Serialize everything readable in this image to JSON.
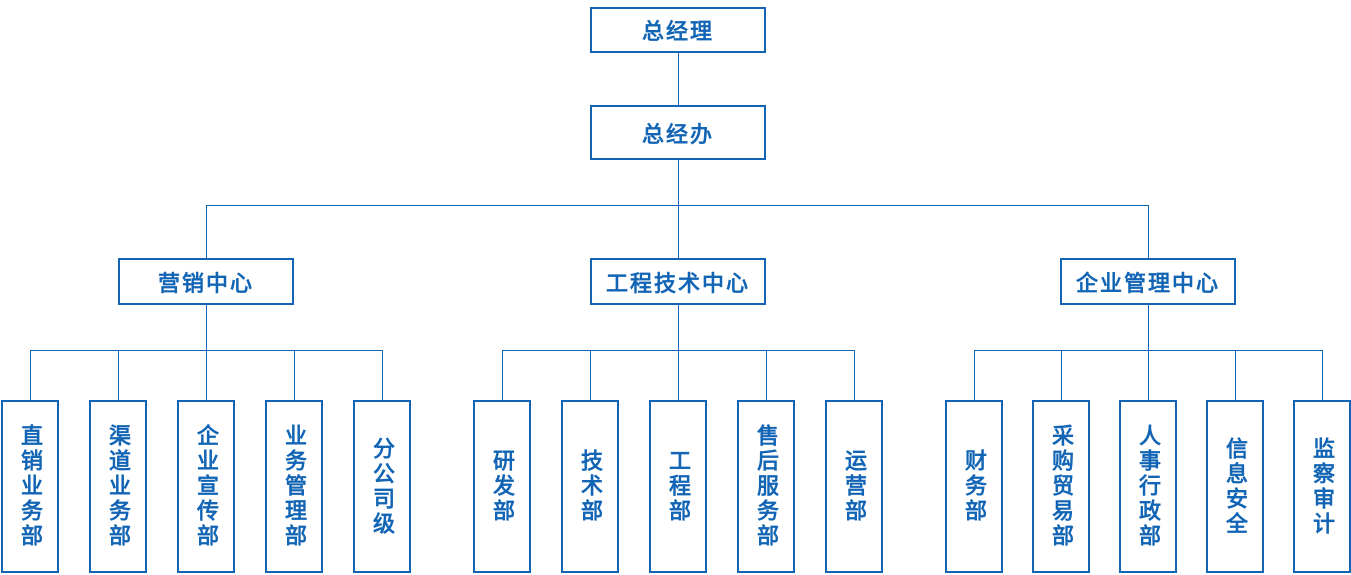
{
  "colors": {
    "accent": "#1265b5",
    "background": "#ffffff"
  },
  "org": {
    "root": "总经理",
    "office": "总经办",
    "groups": [
      {
        "label": "营销中心",
        "children": [
          "直销业务部",
          "渠道业务部",
          "企业宣传部",
          "业务管理部",
          "分公司级"
        ]
      },
      {
        "label": "工程技术中心",
        "children": [
          "研发部",
          "技术部",
          "工程部",
          "售后服务部",
          "运营部"
        ]
      },
      {
        "label": "企业管理中心",
        "children": [
          "财务部",
          "采购贸易部",
          "人事行政部",
          "信息安全",
          "监察审计"
        ]
      }
    ]
  }
}
